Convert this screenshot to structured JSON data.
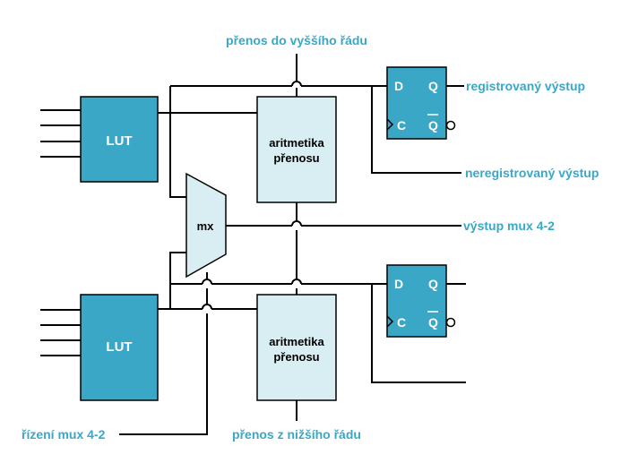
{
  "labels": {
    "carry_out": "přenos do vyššího řádu",
    "registered_output": "registrovaný výstup",
    "unregistered_output": "neregistrovaný výstup",
    "mux_output": "výstup mux 4-2",
    "mux_control": "řízení mux 4-2",
    "carry_in": "přenos z nižšího řádu"
  },
  "blocks": {
    "lut": "LUT",
    "mux": "mx",
    "arith_line1": "aritmetika",
    "arith_line2": "přenosu"
  },
  "flipflop": {
    "d": "D",
    "c": "C",
    "q": "Q",
    "qbar": "Q"
  },
  "colors": {
    "lut_fill": "#3aa7c6",
    "arith_fill": "#d8eef3",
    "mux_fill": "#d8eef3",
    "ff_fill": "#3aa7c6",
    "label": "#3aa7c6"
  }
}
